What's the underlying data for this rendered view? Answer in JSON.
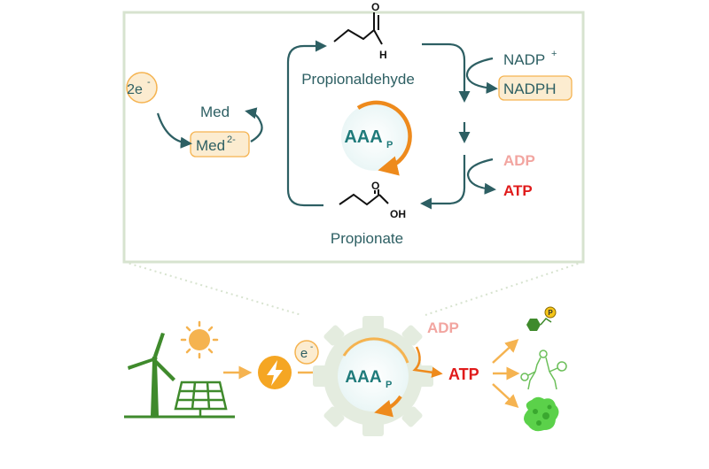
{
  "top_panel": {
    "propionaldehyde": "Propionaldehyde",
    "propionaldehyde_atom_h": "H",
    "propionaldehyde_atom_o": "O",
    "propionate": "Propionate",
    "propionate_atom_o": "O",
    "propionate_atom_oh": "OH",
    "nadp_plus": "NADP",
    "nadp_plus_sup": "+",
    "nadph": "NADPH",
    "adp": "ADP",
    "atp": "ATP",
    "med": "Med",
    "med_reduced": "Med",
    "med_reduced_sup": "2-",
    "electrons_2": "2e",
    "electrons_2_sup": "-",
    "enzyme_main": "AAA",
    "enzyme_sub": "P"
  },
  "bottom_panel": {
    "electron": "e",
    "electron_sup": "-",
    "enzyme_main": "AAA",
    "enzyme_sub": "P",
    "adp": "ADP",
    "atp": "ATP",
    "phosphate_label": "P"
  },
  "colors": {
    "teal": "#2d5f63",
    "orange": "#ee8a1c",
    "light_orange": "#f5b350",
    "atp_red": "#e01b1b",
    "adp_pink": "#f2a5a0",
    "green": "#3f8a2c",
    "bright_green": "#5bd14a",
    "panel_border": "#d7e3cf",
    "cream_box": "#fcecd0"
  }
}
